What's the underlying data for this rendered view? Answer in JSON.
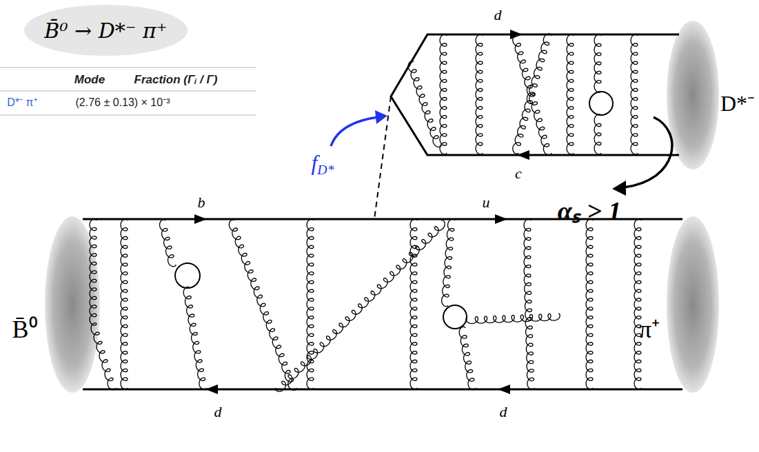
{
  "diagram": {
    "nodes": [
      {
        "text": [
          "B̄⁰ → D*⁻ π⁺"
        ]
      }
    ],
    "labels": [
      "Mode",
      "Fraction (Γᵢ / Γ)",
      "D*⁻ π⁺",
      "(2.76 ± 0.13) × 10⁻³",
      "d",
      "c",
      "fD*",
      "αₛ > 1",
      "D*⁻",
      "b",
      "u",
      "B̄⁰",
      "π⁺",
      "d",
      "d"
    ]
  }
}
